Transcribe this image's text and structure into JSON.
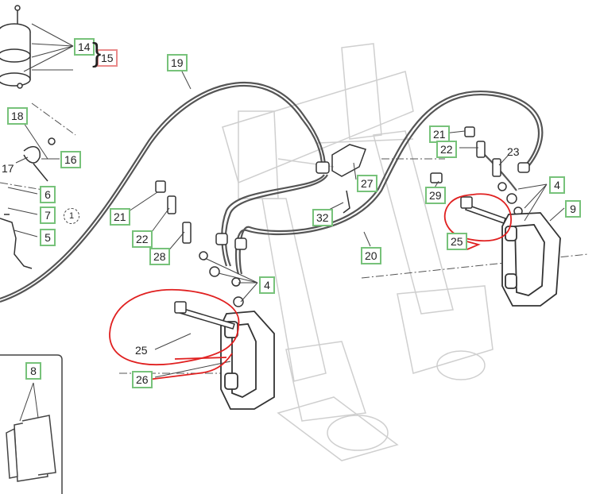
{
  "labels": {
    "l14": "14",
    "l15": "15",
    "l19": "19",
    "l18": "18",
    "l16": "16",
    "l17": "17",
    "l6": "6",
    "l7": "7",
    "l5": "5",
    "l21a": "21",
    "l22a": "22",
    "l28": "28",
    "l4a": "4",
    "l25a": "25",
    "l26": "26",
    "l8": "8",
    "l27": "27",
    "l32": "32",
    "l20": "20",
    "l29": "29",
    "l21b": "21",
    "l22b": "22",
    "l23": "23",
    "l4b": "4",
    "l9": "9",
    "l25b": "25"
  },
  "callout_circle": "1",
  "colors": {
    "label_border": "#77c27a",
    "red_label_border": "#e98a8a",
    "annotation": "#e02020"
  }
}
